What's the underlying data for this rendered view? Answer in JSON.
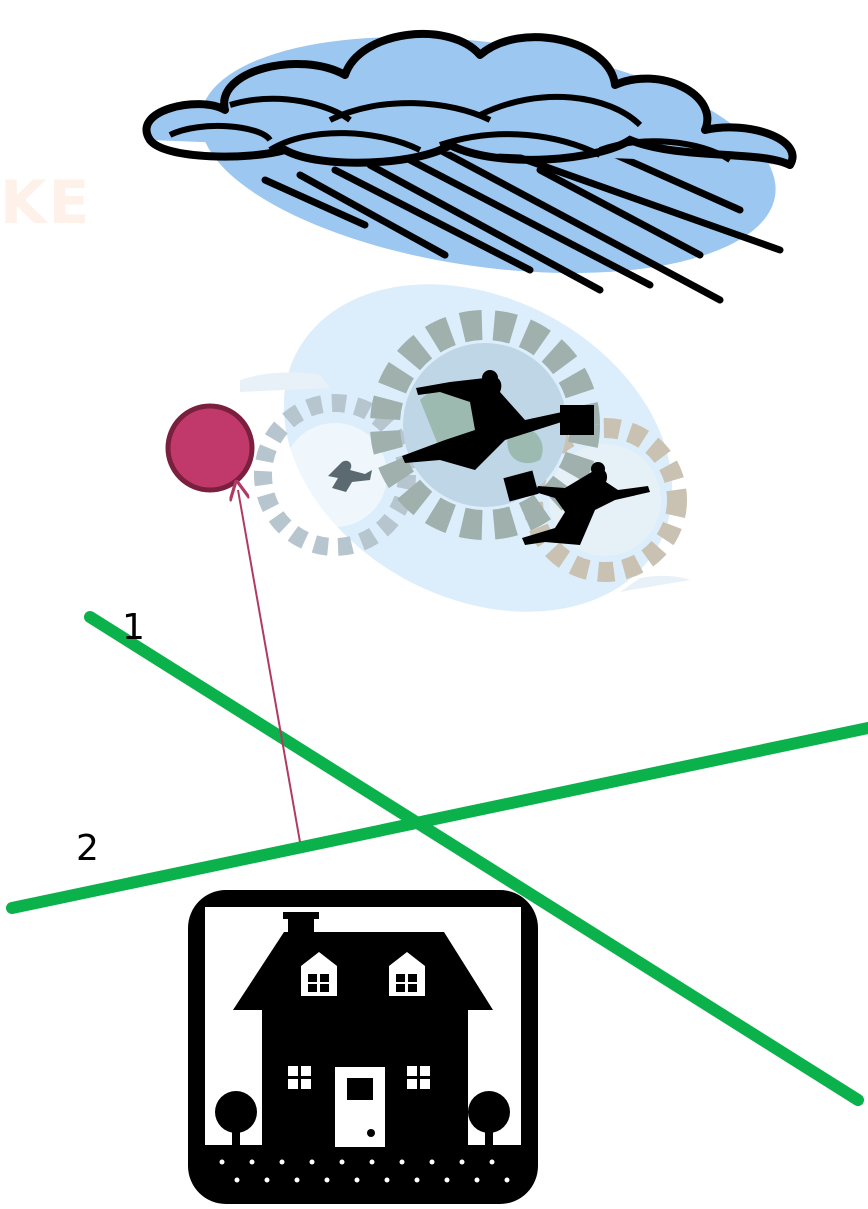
{
  "background_text": "KE",
  "labels": {
    "line1": "1",
    "line2": "2"
  },
  "colors": {
    "line": "#0bb14b",
    "arrow": "#b03a64",
    "ball_fill": "#c0396a",
    "ball_stroke": "#7a1f3e",
    "cloud_fill": "#9cc7f0",
    "gear_bg": "#dceefb",
    "house": "#000000"
  },
  "icons": {
    "cloud": "rain-cloud-icon",
    "business": "business-gears-icon",
    "house": "house-icon"
  }
}
